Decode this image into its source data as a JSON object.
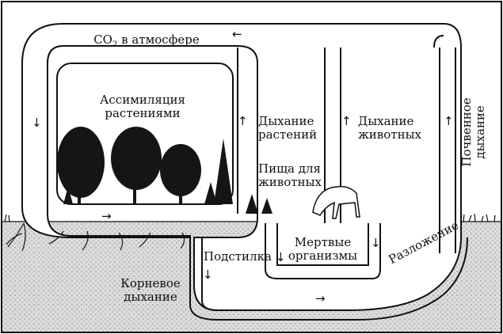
{
  "labels": {
    "co2_prefix": "CO",
    "co2_sub": "2",
    "co2_suffix": " в атмосфере",
    "assimilation_1": "Ассимиляция",
    "assimilation_2": "растениями",
    "plant_resp_1": "Дыхание",
    "plant_resp_2": "растений",
    "animal_resp_1": "Дыхание",
    "animal_resp_2": "животных",
    "food_1": "Пища для",
    "food_2": "животных",
    "dead_1": "Мертвые",
    "dead_2": "организмы",
    "litter": "Подстилка",
    "root_1": "Корневое",
    "root_2": "дыхание",
    "decomposition": "Разложение",
    "soil_1": "Почвенное",
    "soil_2": "дыхание"
  },
  "arrows": {
    "left": "←",
    "right": "→",
    "up": "↑",
    "down": "↓"
  },
  "colors": {
    "stroke": "#111111",
    "soil": "#c9c9c9",
    "background": "#ffffff"
  }
}
